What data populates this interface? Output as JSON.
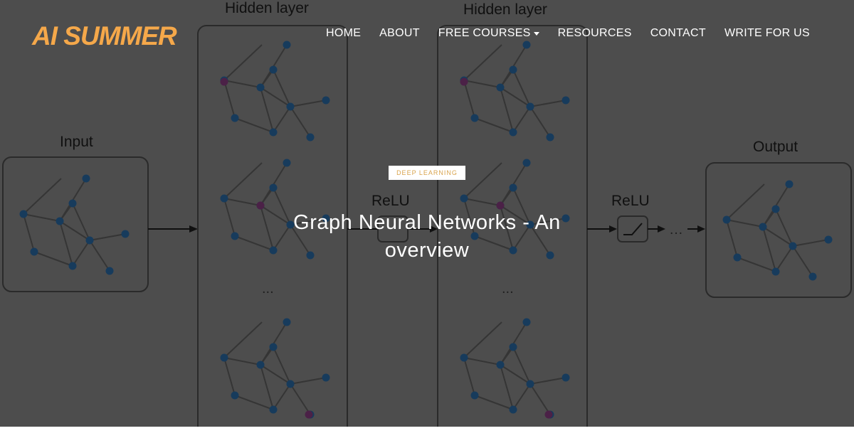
{
  "site": {
    "logo_text": "AI SUMMER"
  },
  "nav": {
    "items": [
      {
        "label": "HOME"
      },
      {
        "label": "ABOUT"
      },
      {
        "label": "FREE COURSES",
        "has_dropdown": true
      },
      {
        "label": "RESOURCES"
      },
      {
        "label": "CONTACT"
      },
      {
        "label": "WRITE FOR US"
      }
    ]
  },
  "article": {
    "category": "DEEP LEARNING",
    "title": "Graph Neural Networks - An overview"
  },
  "hero_image": {
    "labels": {
      "input": "Input",
      "hidden_1": "Hidden layer",
      "hidden_2": "Hidden layer",
      "relu_1": "ReLU",
      "relu_2": "ReLU",
      "output": "Output",
      "ellipsis": "…",
      "stack_dots": "..."
    }
  },
  "colors": {
    "logo": "#f5a84a",
    "overlay": "#4d4d4d",
    "tag_text": "#d9a44d",
    "node": "#173b5c",
    "highlight_node": "#4b2147"
  }
}
